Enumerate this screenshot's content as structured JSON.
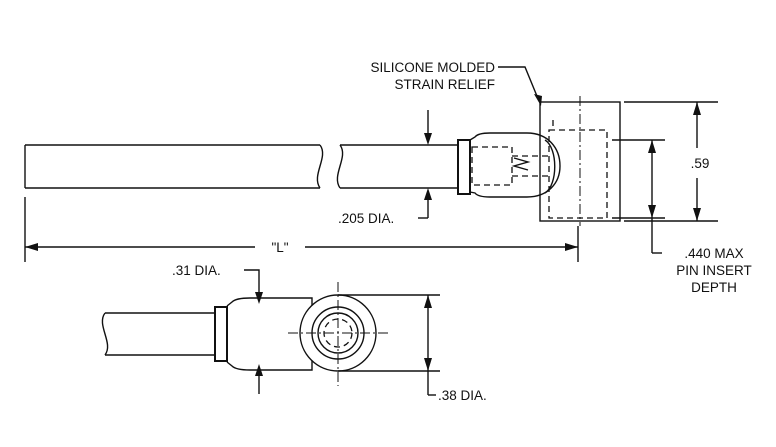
{
  "labels": {
    "strain_relief_line1": "SILICONE MOLDED",
    "strain_relief_line2": "STRAIN RELIEF",
    "cable_dia": ".205 DIA.",
    "length": "\"L\"",
    "height": ".59",
    "pin_depth_line1": ".440 MAX",
    "pin_depth_line2": "PIN INSERT",
    "pin_depth_line3": "DEPTH",
    "boot_dia": ".31 DIA.",
    "insert_dia": ".38 DIA."
  }
}
